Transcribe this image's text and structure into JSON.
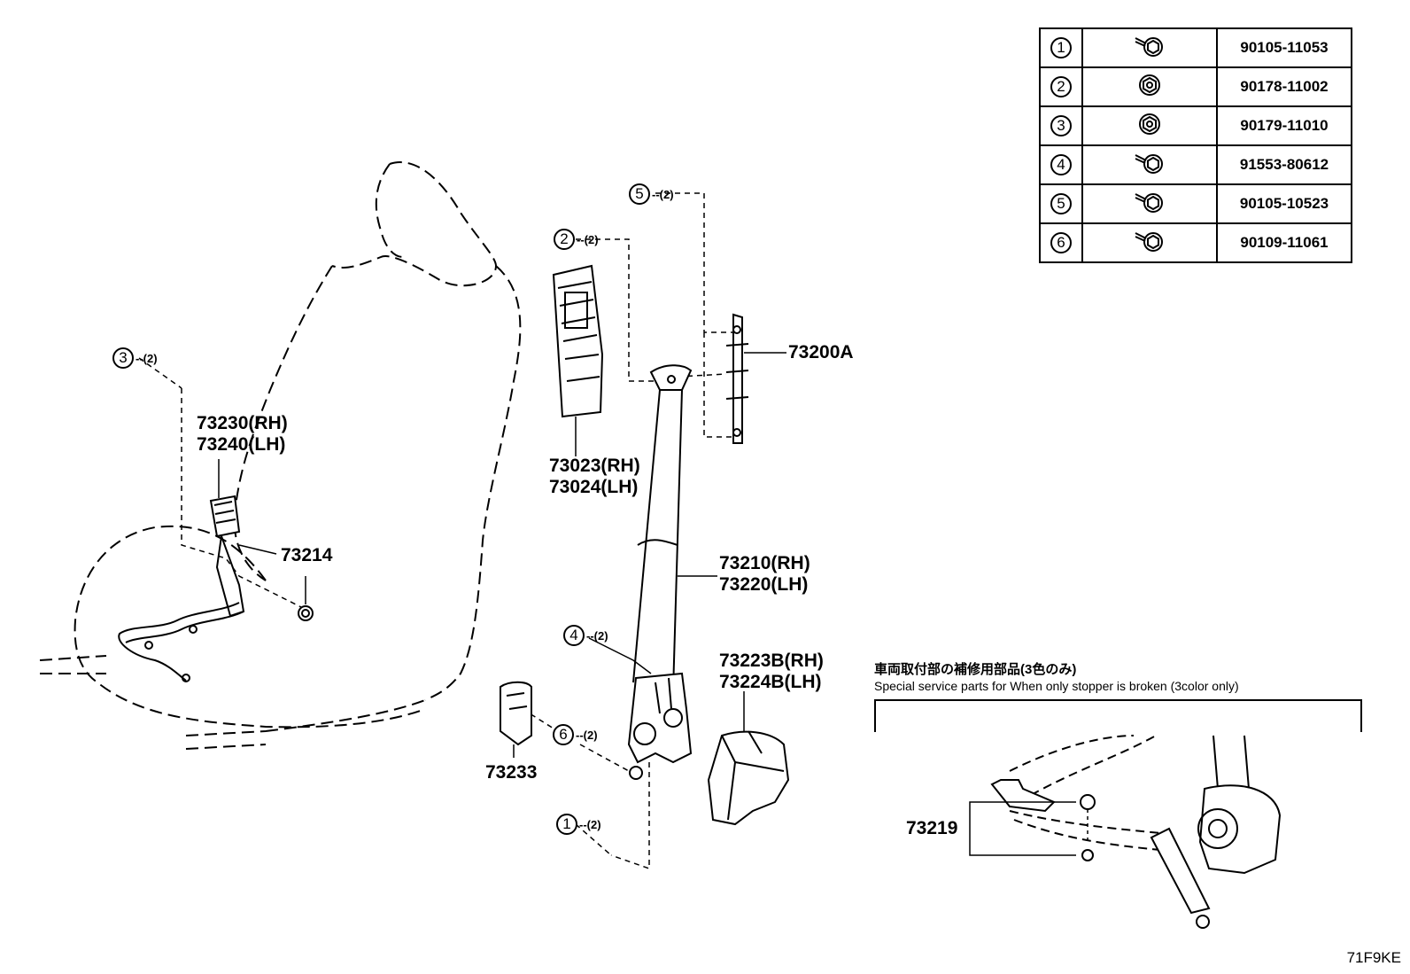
{
  "parts_table": {
    "rows": [
      {
        "num": "1",
        "part_no": "90105-11053",
        "icon": "flange-bolt-icon"
      },
      {
        "num": "2",
        "part_no": "90178-11002",
        "icon": "flange-nut-icon"
      },
      {
        "num": "3",
        "part_no": "90179-11010",
        "icon": "flange-nut-icon"
      },
      {
        "num": "4",
        "part_no": "91553-80612",
        "icon": "flange-bolt-icon"
      },
      {
        "num": "5",
        "part_no": "90105-10523",
        "icon": "flange-bolt-icon"
      },
      {
        "num": "6",
        "part_no": "90109-11061",
        "icon": "flange-bolt-icon"
      }
    ]
  },
  "labels": {
    "buckle_rh": "73230(RH)",
    "buckle_lh": "73240(LH)",
    "cover": "73214",
    "pillar_rh": "73023(RH)",
    "pillar_lh": "73024(LH)",
    "adjuster": "73200A",
    "belt_rh": "73210(RH)",
    "belt_lh": "73220(LH)",
    "retractor_cover_rh": "73223B(RH)",
    "retractor_cover_lh": "73224B(LH)",
    "bracket": "73233",
    "service_part": "73219"
  },
  "callouts": {
    "c1": {
      "num": "1",
      "qty": "--(2)"
    },
    "c2": {
      "num": "2",
      "qty": "--(2)"
    },
    "c3": {
      "num": "3",
      "qty": "--(2)"
    },
    "c4": {
      "num": "4",
      "qty": "--(2)"
    },
    "c5": {
      "num": "5",
      "qty": "--(2)"
    },
    "c6": {
      "num": "6",
      "qty": "--(2)"
    }
  },
  "service_note": {
    "japanese": "車両取付部の補修用部品(3色のみ)",
    "english": "Special service parts for When only stopper is broken (3color only)"
  },
  "diagram_code": "71F9KE"
}
